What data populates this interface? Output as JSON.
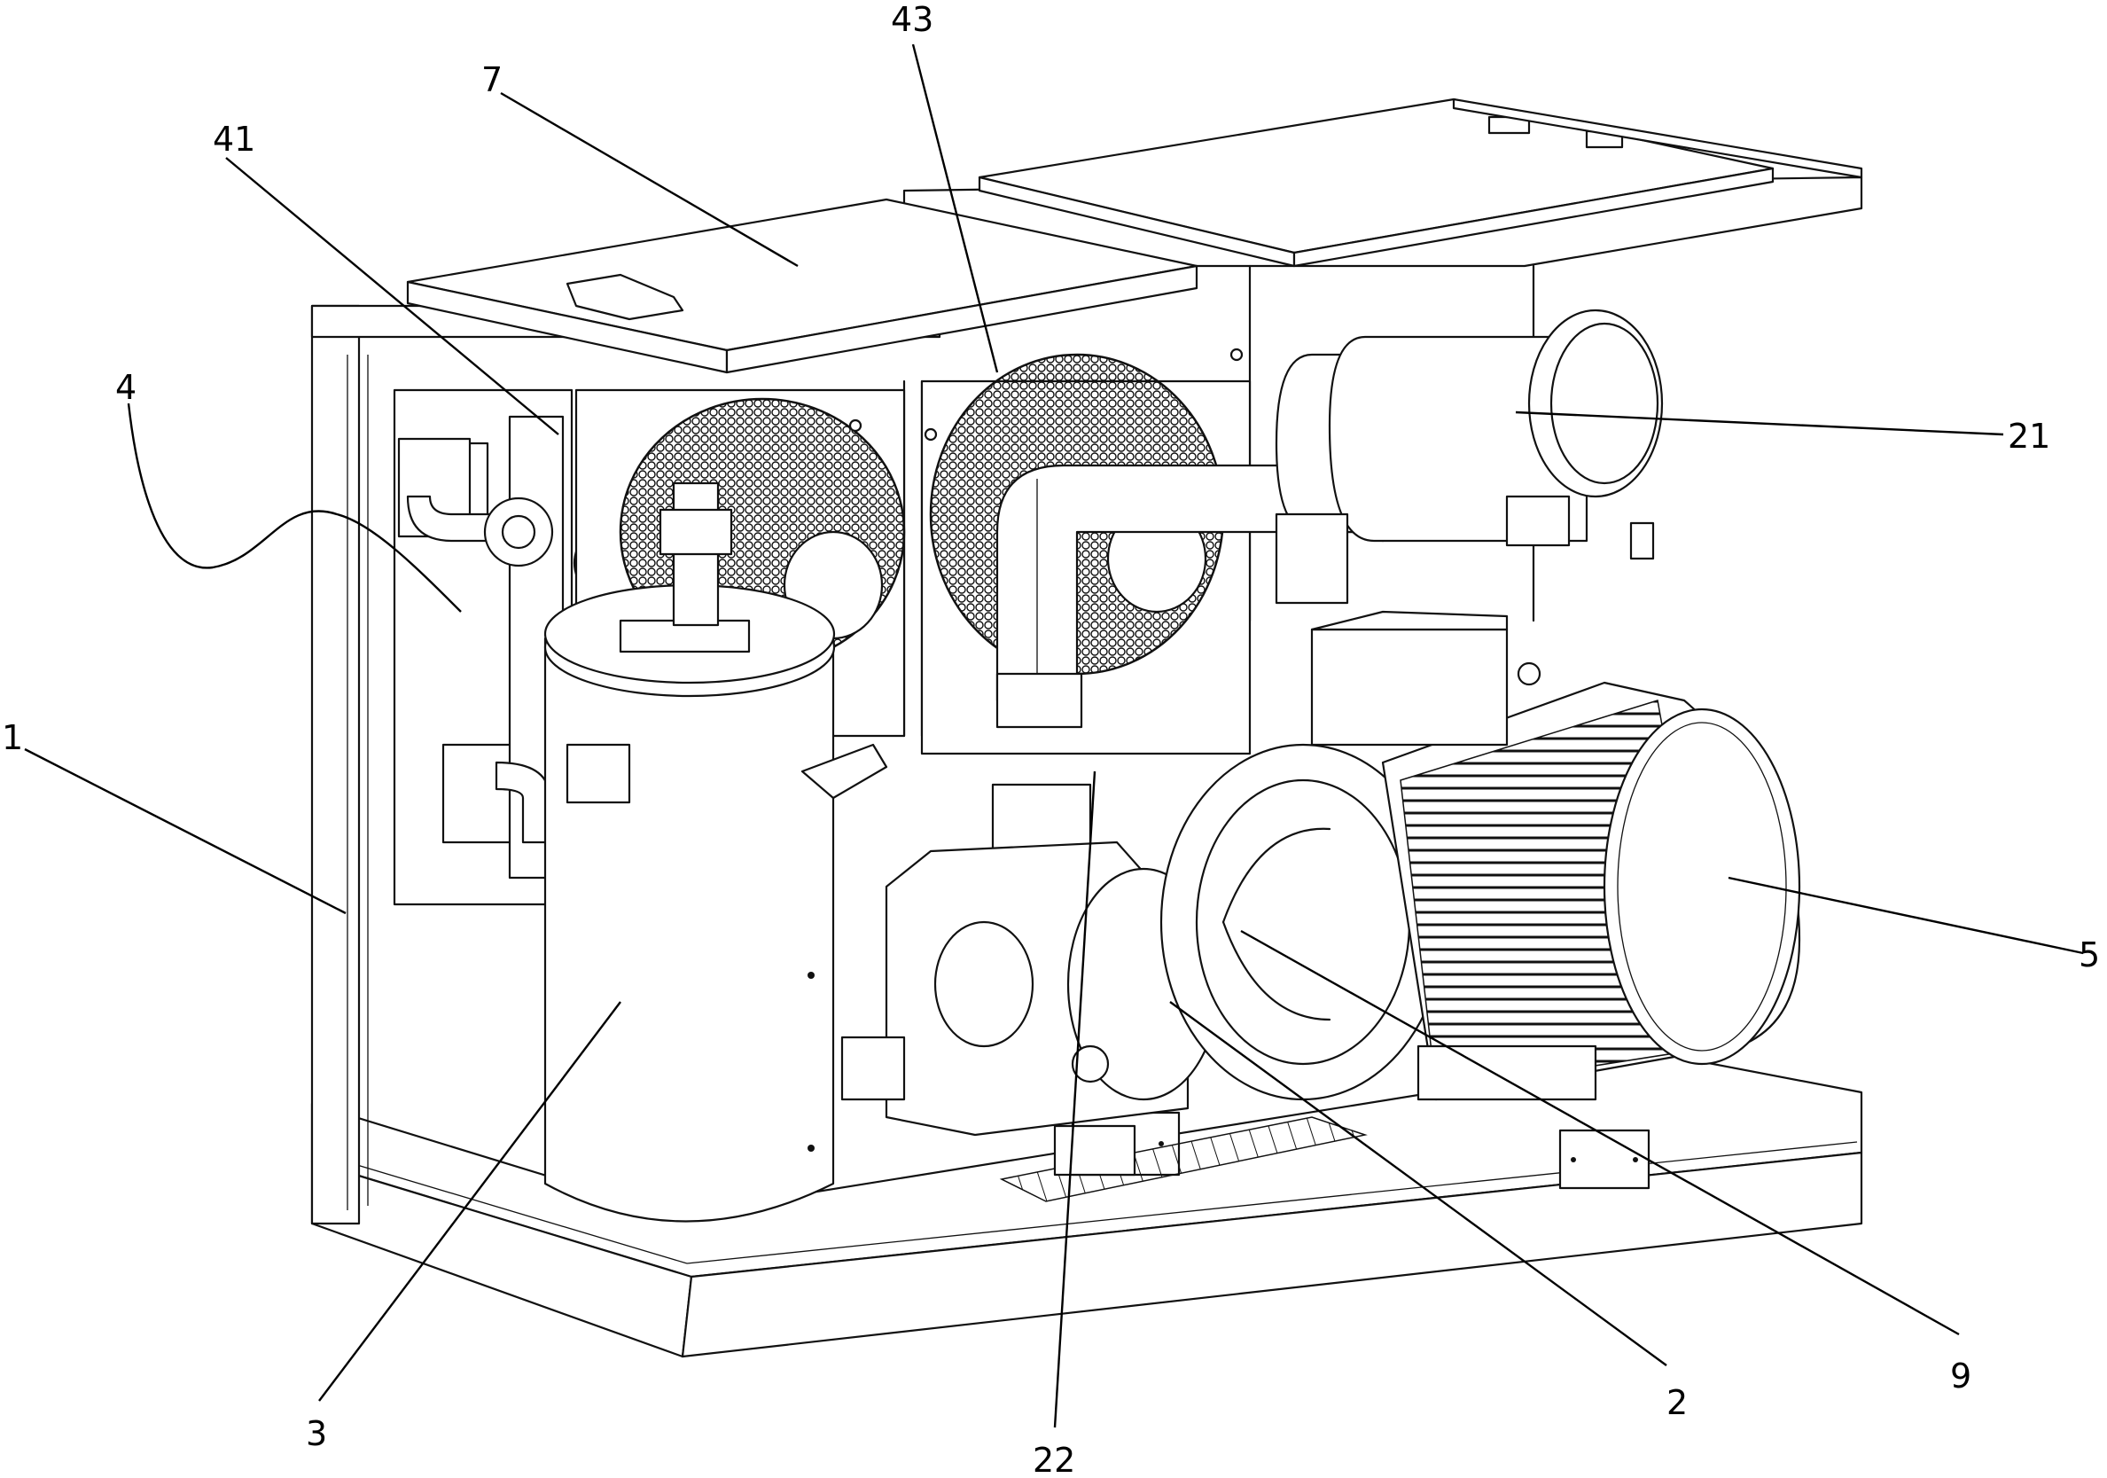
{
  "labels": {
    "l1": "1",
    "l2": "2",
    "l3": "3",
    "l4": "4",
    "l5": "5",
    "l7": "7",
    "l9": "9",
    "l21": "21",
    "l22": "22",
    "l41": "41",
    "l43": "43"
  }
}
